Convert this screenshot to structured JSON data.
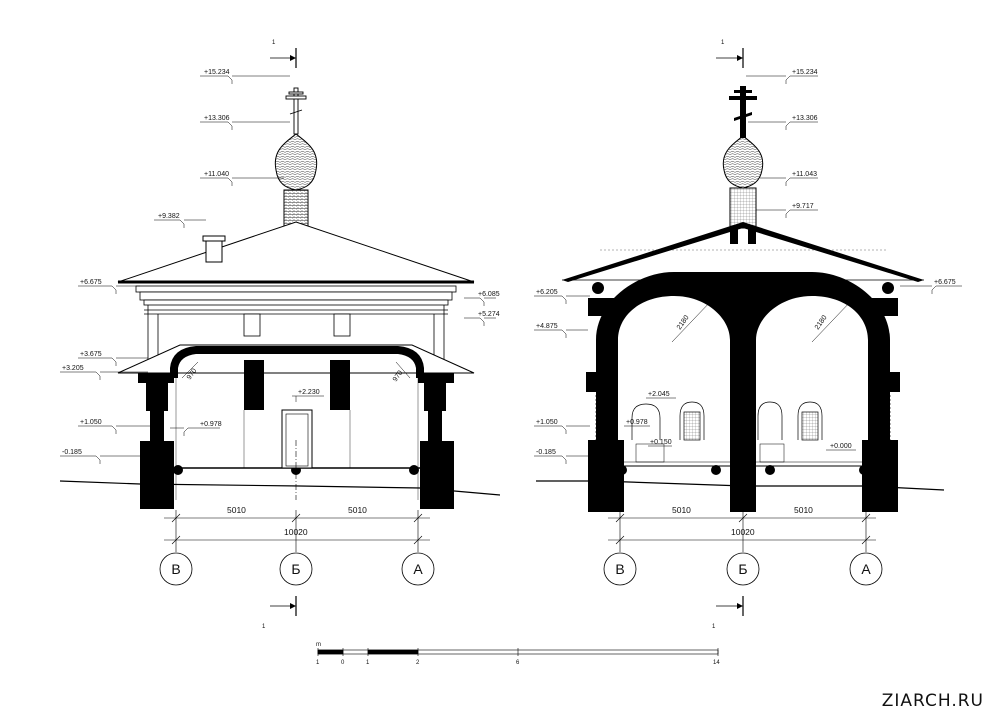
{
  "section_marks": {
    "top": "1",
    "bottom": "1"
  },
  "left_view": {
    "levels": [
      "+15.234",
      "+13.306",
      "+11.040",
      "+9.382",
      "+6.675",
      "+6.085",
      "+5.274",
      "+3.675",
      "+3.205",
      "+1.050",
      "+0.978",
      "-0.185",
      "+2.230"
    ],
    "radius_labels": [
      "970",
      "970"
    ],
    "spans": [
      "5010",
      "5010"
    ],
    "total": "10020",
    "axes": [
      "В",
      "Б",
      "А"
    ]
  },
  "right_view": {
    "levels": [
      "+15.234",
      "+13.306",
      "+11.043",
      "+9.717",
      "+6.675",
      "+6.205",
      "+4.875",
      "+2.045",
      "+1.050",
      "+0.978",
      "+0.150",
      "+0.000",
      "-0.185"
    ],
    "radius_labels": [
      "2180",
      "2180"
    ],
    "spans": [
      "5010",
      "5010"
    ],
    "total": "10020",
    "axes": [
      "В",
      "Б",
      "А"
    ]
  },
  "scale_bar": {
    "unit": "m",
    "ticks": [
      "1",
      "0",
      "1",
      "2",
      "6",
      "14"
    ]
  },
  "watermark": "ZIARCH.RU"
}
